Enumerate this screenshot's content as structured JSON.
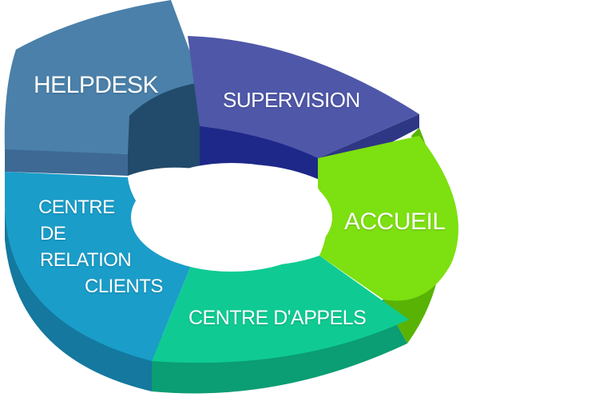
{
  "segments": [
    {
      "key": "helpdesk",
      "label": "HELPDESK",
      "top": "#4a80a9",
      "side": "#3d6994",
      "inner": "#224a6a"
    },
    {
      "key": "supervision",
      "label": "SUPERVISION",
      "top": "#4f57a9",
      "side": "#2e3784",
      "inner": "#1e2888"
    },
    {
      "key": "accueil",
      "label": "ACCUEIL",
      "top": "#7de010",
      "side": "#58b305",
      "inner": "#5fc40a"
    },
    {
      "key": "appels",
      "label": "CENTRE D'APPELS",
      "top": "#0fcb93",
      "side": "#0b9d73",
      "inner": "#0aae80"
    },
    {
      "key": "crc",
      "label_lines": [
        "CENTRE",
        "DE",
        "RELATION",
        "CLIENTS"
      ],
      "top": "#1a9dc9",
      "side": "#14789f",
      "inner": "#137fa8"
    }
  ]
}
